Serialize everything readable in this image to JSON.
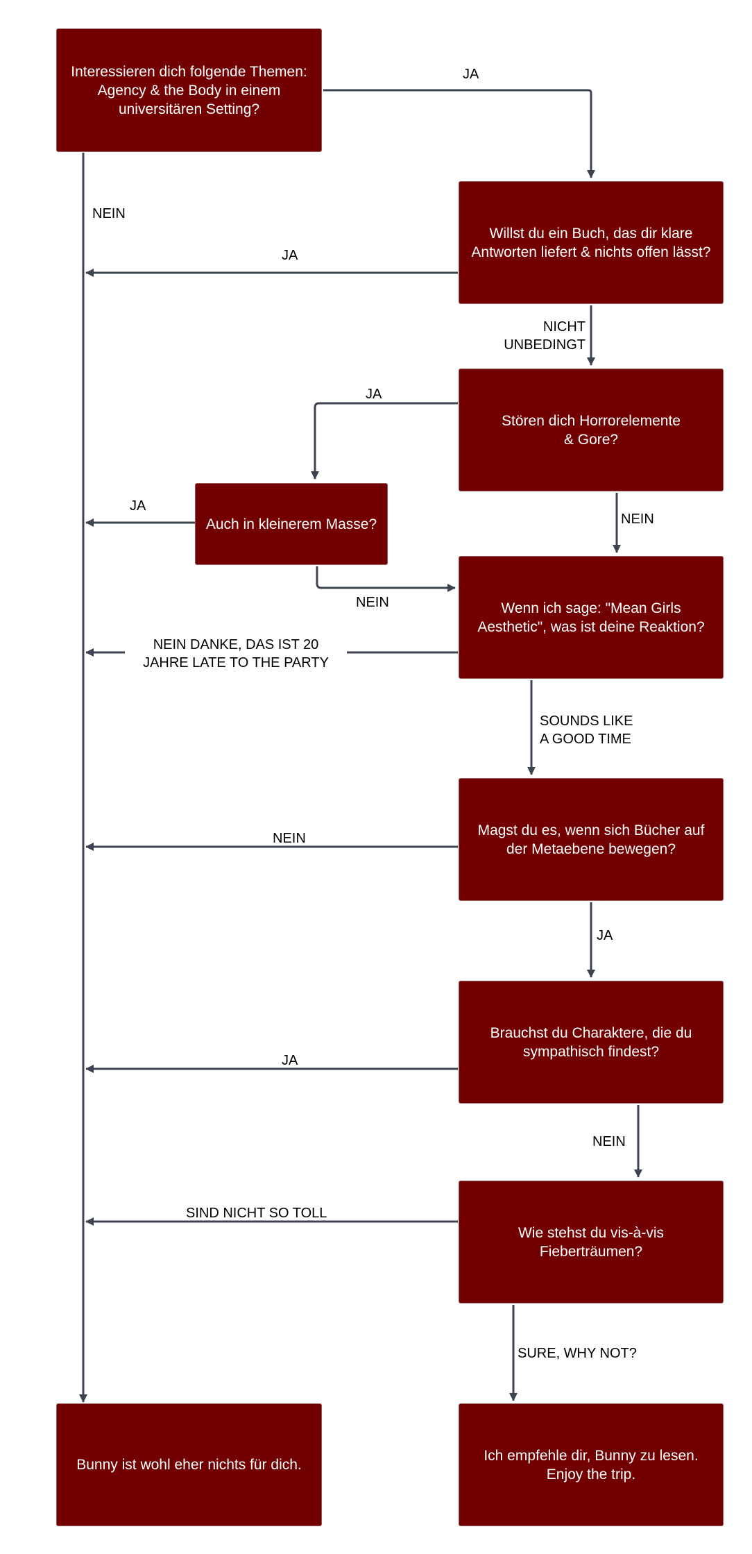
{
  "colors": {
    "box_fill": "#730000",
    "box_text": "#ffffff",
    "line": "#3d4450"
  },
  "nodes": {
    "q1": "Interessieren dich folgende Themen:\nAgency & the Body in einem\nuniversitären Setting?",
    "q2": "Willst du ein Buch, das dir klare\nAntworten liefert & nichts offen lässt?",
    "q3": "Stören dich Horrorelemente\n& Gore?",
    "q3b": "Auch in kleinerem Masse?",
    "q4": "Wenn ich sage: \"Mean Girls\nAesthetic\", was ist deine Reaktion?",
    "q5": "Magst du es, wenn sich Bücher auf\nder Metaebene bewegen?",
    "q6": "Brauchst du Charaktere, die du\nsympathisch findest?",
    "q7": "Wie stehst du vis-à-vis\nFieberträumen?",
    "end_no": "Bunny ist wohl eher nichts für dich.",
    "end_yes": "Ich empfehle dir, Bunny zu lesen.\nEnjoy the trip."
  },
  "edges": {
    "q1_yes": "JA",
    "q1_no": "NEIN",
    "q2_yes": "JA",
    "q2_no": "NICHT\nUNBEDINGT",
    "q3_yes": "JA",
    "q3_no": "NEIN",
    "q3b_yes": "JA",
    "q3b_no": "NEIN",
    "q4_no": "NEIN DANKE, DAS IST 20\nJAHRE LATE TO THE PARTY",
    "q4_yes": "SOUNDS LIKE\nA GOOD TIME",
    "q5_no": "NEIN",
    "q5_yes": "JA",
    "q6_yes": "JA",
    "q6_no": "NEIN",
    "q7_no": "SIND NICHT SO TOLL",
    "q7_yes": "SURE, WHY NOT?"
  }
}
